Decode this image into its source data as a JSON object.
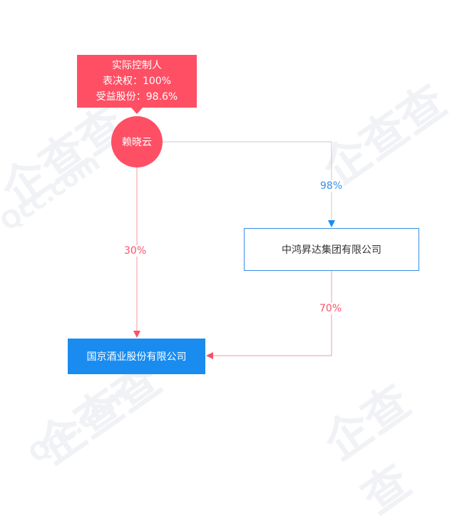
{
  "controller_tag": {
    "line1": "实际控制人",
    "line2": "表决权：100%",
    "line3": "受益股份：98.6%"
  },
  "nodes": {
    "person": "赖晓云",
    "group_company": "中鸿昇达集团有限公司",
    "target_company": "国京酒业股份有限公司"
  },
  "edges": {
    "person_to_group": "98%",
    "person_to_target": "30%",
    "group_to_target": "70%"
  },
  "watermark": {
    "text": "企查查",
    "latin": "Qcc.com"
  },
  "colors": {
    "controller_red": "#fe4f64",
    "shareholding_blue": "#3a8ee6",
    "target_blue": "#1a8cf0",
    "investment_line_red": "#f59aa5",
    "control_line_gray": "#c8c8c8"
  }
}
